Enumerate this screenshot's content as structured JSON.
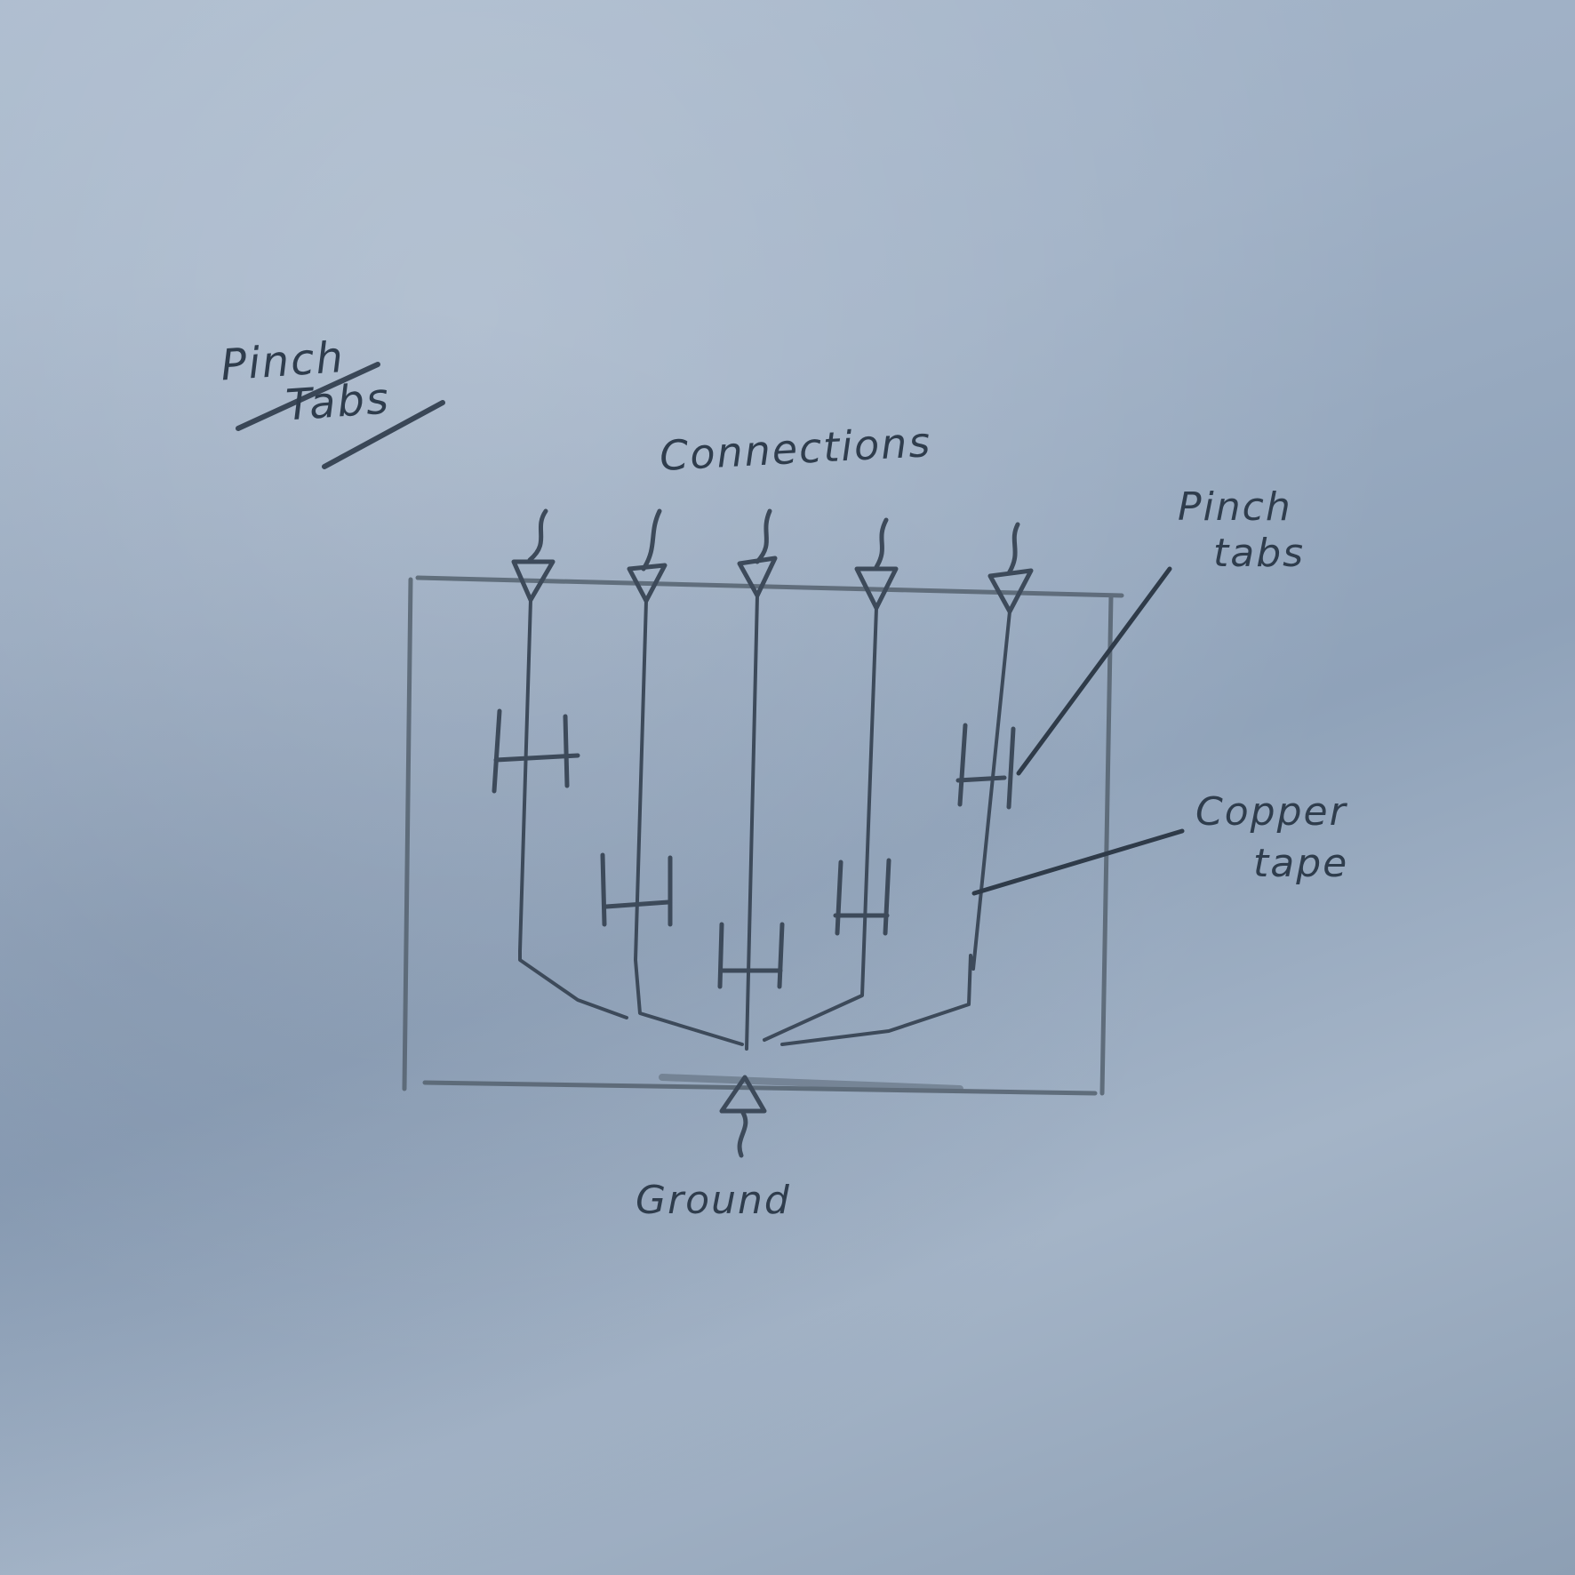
{
  "title": {
    "line1": "Pinch",
    "line2": "Tabs"
  },
  "labels": {
    "connections": "Connections",
    "pinch_tabs": {
      "line1": "Pinch",
      "line2": "tabs"
    },
    "copper_tape": {
      "line1": "Copper",
      "line2": "tape"
    },
    "ground": "Ground"
  },
  "diagram": {
    "connection_count": 5,
    "pinch_tab_count": 5,
    "ink_color": "#3a4757",
    "paper_color": "#a3b3c6"
  }
}
